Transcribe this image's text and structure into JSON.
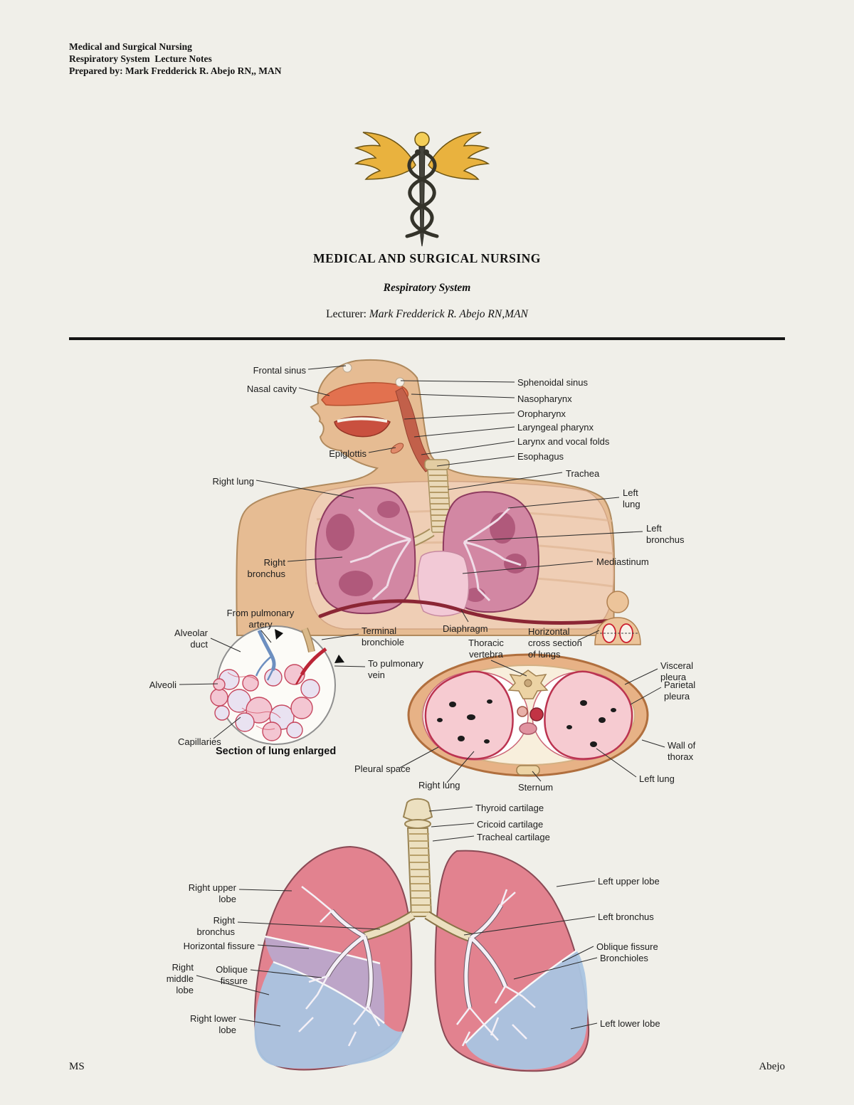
{
  "header": {
    "line1": "Medical and Surgical Nursing",
    "line2": "Respiratory System  Lecture Notes",
    "line3": "Prepared by: Mark Fredderick R. Abejo RN,, MAN"
  },
  "title_block": {
    "course": "MEDICAL AND SURGICAL NURSING",
    "topic": "Respiratory System",
    "lecturer_label": "Lecturer:",
    "lecturer_name": "Mark Fredderick R. Abejo RN,MAN"
  },
  "figure_overview": {
    "frontal_sinus": "Frontal sinus",
    "nasal_cavity": "Nasal cavity",
    "epiglottis": "Epiglottis",
    "right_lung": "Right lung",
    "right_bronchus": "Right\nbronchus",
    "sphenoidal_sinus": "Sphenoidal sinus",
    "nasopharynx": "Nasopharynx",
    "oropharynx": "Oropharynx",
    "laryngeal_pharynx": "Laryngeal pharynx",
    "larynx_vocal_folds": "Larynx and vocal folds",
    "esophagus": "Esophagus",
    "trachea": "Trachea",
    "left_lung": "Left\nlung",
    "left_bronchus": "Left\nbronchus",
    "mediastinum": "Mediastinum",
    "diaphragm": "Diaphragm"
  },
  "figure_alveoli": {
    "from_pulmonary_artery": "From pulmonary\nartery",
    "alveolar_duct": "Alveolar\nduct",
    "alveoli": "Alveoli",
    "capillaries": "Capillaries",
    "terminal_bronchiole": "Terminal\nbronchiole",
    "to_pulmonary_vein": "To pulmonary\nvein",
    "caption": "Section of lung enlarged"
  },
  "figure_cross_section": {
    "thoracic_vertebra": "Thoracic\nvertebra",
    "horizontal_cross_section": "Horizontal\ncross section\nof lungs",
    "visceral_pleura": "Visceral\npleura",
    "parietal_pleura": "Parietal\npleura",
    "wall_of_thorax": "Wall of\nthorax",
    "pleural_space": "Pleural space",
    "right_lung": "Right lung",
    "sternum": "Sternum",
    "left_lung": "Left lung"
  },
  "figure_bronchial_tree": {
    "thyroid_cartilage": "Thyroid cartilage",
    "cricoid_cartilage": "Cricoid cartilage",
    "tracheal_cartilage": "Tracheal cartilage",
    "right_upper_lobe": "Right upper\nlobe",
    "right_bronchus": "Right\nbronchus",
    "horizontal_fissure": "Horizontal fissure",
    "right_middle_lobe": "Right\nmiddle\nlobe",
    "oblique_fissure_r": "Oblique\nfissure",
    "right_lower_lobe": "Right lower\nlobe",
    "left_upper_lobe": "Left upper lobe",
    "left_bronchus": "Left bronchus",
    "oblique_fissure_l": "Oblique fissure",
    "bronchioles": "Bronchioles",
    "left_lower_lobe": "Left lower lobe"
  },
  "footer": {
    "left": "MS",
    "right": "Abejo"
  },
  "colors": {
    "page_bg": "#f0efe9",
    "ink": "#1a1a1a",
    "divider": "#151515",
    "skin": "#e6bc93",
    "lung_pink": "#d287a3",
    "lobe_pink": "#e2828f",
    "lobe_blue": "#a9c4e2",
    "caduceus_gold": "#e9b23e"
  }
}
